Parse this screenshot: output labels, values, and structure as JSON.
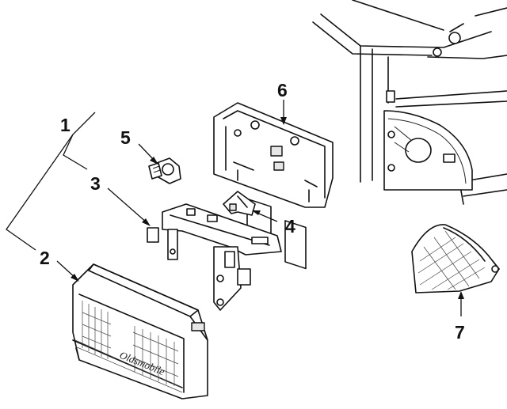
{
  "diagram": {
    "callouts": [
      {
        "id": "1",
        "label": "1"
      },
      {
        "id": "2",
        "label": "2"
      },
      {
        "id": "3",
        "label": "3"
      },
      {
        "id": "4",
        "label": "4"
      },
      {
        "id": "5",
        "label": "5"
      },
      {
        "id": "6",
        "label": "6"
      },
      {
        "id": "7",
        "label": "7"
      }
    ],
    "lens_brand_text": "Oldsmobile"
  }
}
